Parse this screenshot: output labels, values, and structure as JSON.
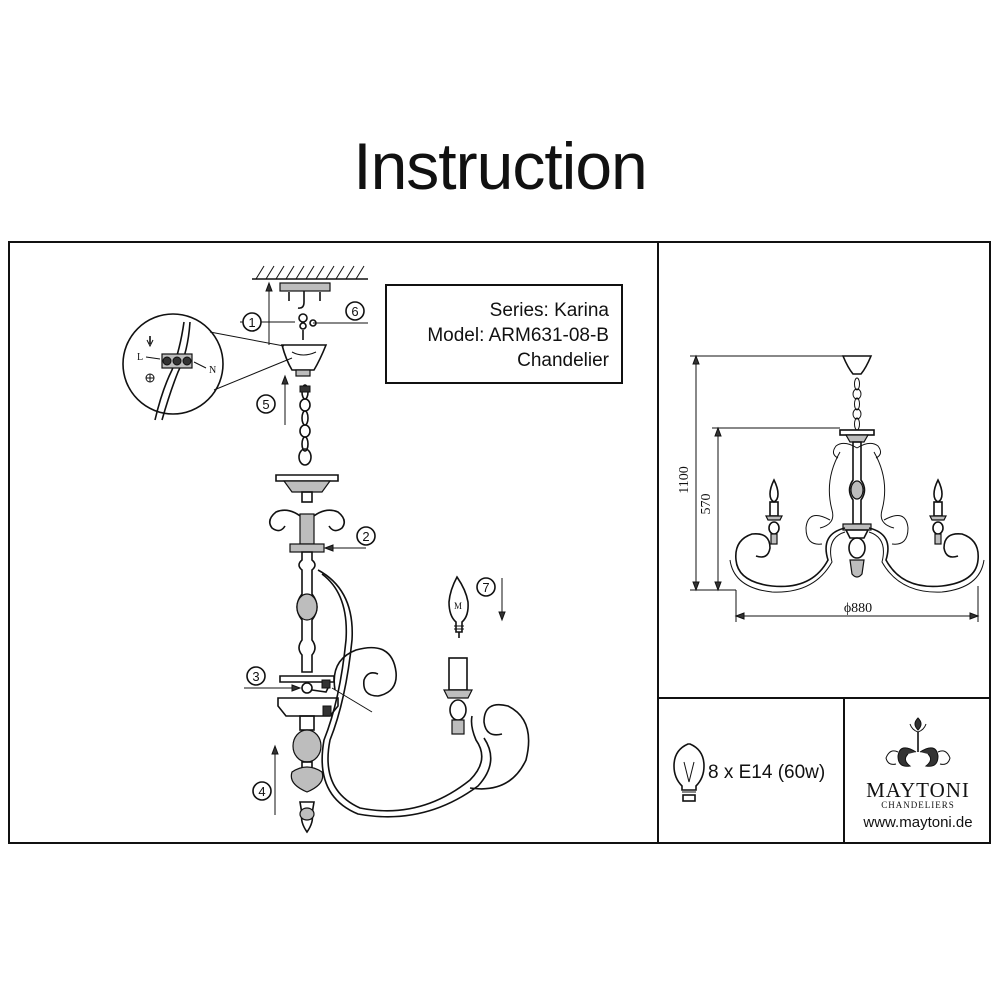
{
  "header": {
    "title": "Instruction"
  },
  "product": {
    "series": "Series: Karina",
    "model": "Model: ARM631-08-B",
    "type": "Chandelier"
  },
  "steps": [
    "1",
    "2",
    "3",
    "4",
    "5",
    "6",
    "7"
  ],
  "wiring": {
    "live_label": "L",
    "neutral_label": "N"
  },
  "dimensions": {
    "height_total": "1100",
    "height_body": "570",
    "diameter": "ϕ880"
  },
  "bulb": {
    "spec": "8 x E14 (60w)",
    "glyph": "M"
  },
  "brand": {
    "name": "MAYTONI",
    "subtitle": "CHANDELIERS",
    "url": "www.maytoni.de"
  }
}
